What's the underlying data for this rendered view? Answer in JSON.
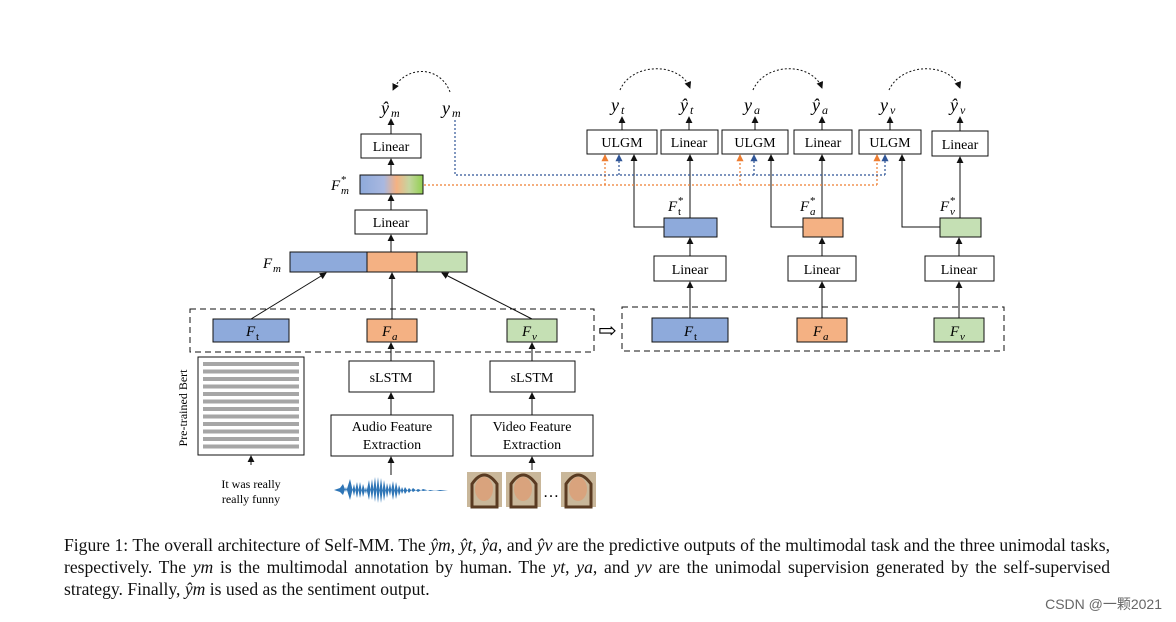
{
  "labels": {
    "linear": "Linear",
    "ulgm": "ULGM",
    "slstm": "sLSTM",
    "audio_fe_1": "Audio Feature",
    "audio_fe_2": "Extraction",
    "video_fe_1": "Video Feature",
    "video_fe_2": "Extraction",
    "bert": "Pre-trained Bert",
    "text_input_1": "It was really",
    "text_input_2": "really funny",
    "ellipsis": "…",
    "arrow": "⇨"
  },
  "math": {
    "y_hat_m": "ŷ",
    "y_m": "y",
    "sub_m": "m",
    "sub_t": "t",
    "sub_a": "a",
    "sub_v": "v",
    "F": "F",
    "star": "*"
  },
  "colors": {
    "text_blue": "#8eaadb",
    "audio_orange": "#f4b183",
    "video_green": "#c5e0b4",
    "dotted_orange": "#ed7d31",
    "dotted_blue": "#2f5597"
  },
  "caption": {
    "p1": "Figure 1: The overall architecture of Self-MM. The ",
    "yhat_m": "ŷm",
    "p2": ", ",
    "yhat_t": "ŷt",
    "p3": ", ",
    "yhat_a": "ŷa",
    "p4": ", and ",
    "yhat_v": "ŷv",
    "p5": " are the predictive outputs of the multimodal task and the three unimodal tasks, respectively. The ",
    "y_m": "ym",
    "p6": " is the multimodal annotation by human. The ",
    "y_t": "yt",
    "p7": ", ",
    "y_a": "ya",
    "p8": ", and ",
    "y_v": "yv",
    "p9": " are the unimodal supervision generated by the self-supervised strategy. Finally, ",
    "yhat_m2": "ŷm",
    "p10": " is used as the sentiment output."
  },
  "watermark": "CSDN @一颗2021"
}
